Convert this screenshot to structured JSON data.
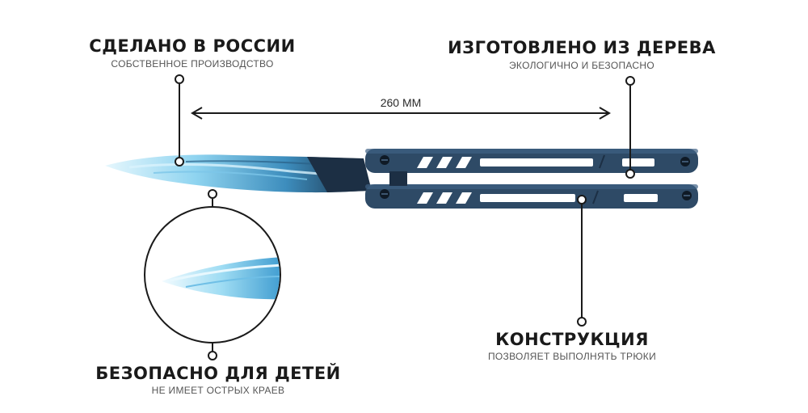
{
  "callouts": {
    "made_in_russia": {
      "title": "СДЕЛАНО В РОССИИ",
      "subtitle": "СОБСТВЕННОЕ ПРОИЗВОДСТВО"
    },
    "made_of_wood": {
      "title": "ИЗГОТОВЛЕНО ИЗ ДЕРЕВА",
      "subtitle": "ЭКОЛОГИЧНО И БЕЗОПАСНО"
    },
    "construction": {
      "title": "КОНСТРУКЦИЯ",
      "subtitle": "ПОЗВОЛЯЕТ ВЫПОЛНЯТЬ ТРЮКИ"
    },
    "safe_for_kids": {
      "title": "БЕЗОПАСНО ДЛЯ ДЕТЕЙ",
      "subtitle": "НЕ ИМЕЕТ ОСТРЫХ КРАЕВ"
    }
  },
  "dimension": {
    "label": "260 ММ"
  },
  "colors": {
    "text_dark": "#1a1a1a",
    "blade_light": "#bfeafb",
    "blade_mid": "#4fb3e0",
    "blade_dark": "#1f3f5c",
    "handle": "#2e4a66",
    "handle_dark": "#1c2f44",
    "line": "#1a1a1a"
  }
}
